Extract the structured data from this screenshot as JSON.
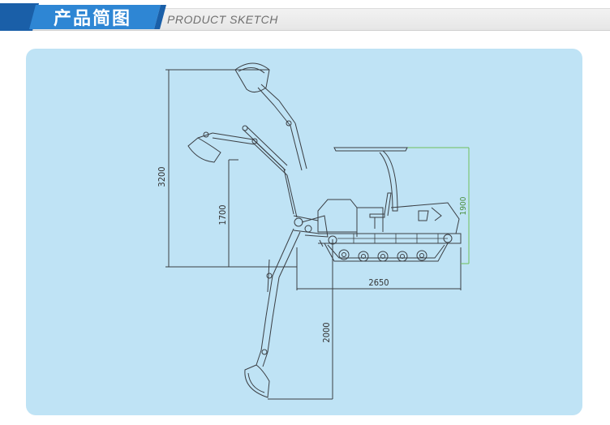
{
  "header": {
    "title": "产品简图",
    "subtitle": "PRODUCT SKETCH",
    "colors": {
      "tab_blue": "#1a5fa8",
      "tab_blue_light": "#2e86d4",
      "band": "#ebebeb",
      "panel": "#bfe3f5"
    }
  },
  "sketch": {
    "dimensions": {
      "max_dig_height": "3200",
      "dump_height": "1700",
      "dig_depth": "2000",
      "length": "2650",
      "canopy_height": "1900"
    },
    "line_color": "#3b3f44",
    "green_dim_color": "#6fbf5a"
  }
}
